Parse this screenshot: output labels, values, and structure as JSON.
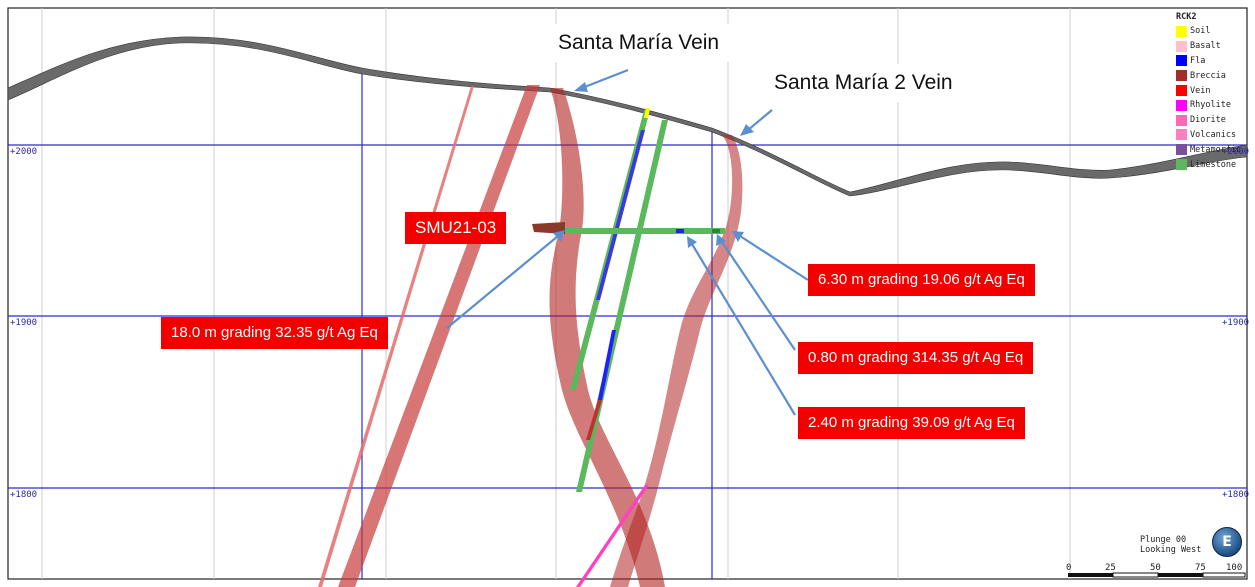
{
  "vein_labels": {
    "santa_maria": "Santa María Vein",
    "santa_maria_2": "Santa María 2 Vein"
  },
  "drillhole_label": "SMU21-03",
  "callouts": [
    "6.30 m grading 19.06 g/t Ag Eq",
    "18.0 m grading 32.35 g/t Ag Eq",
    "0.80 m grading 314.35 g/t Ag Eq",
    "2.40 m grading 39.09 g/t Ag Eq"
  ],
  "elevations": {
    "left": [
      "+2000",
      "+1900",
      "+1800"
    ],
    "right": [
      "+2000",
      "+1900",
      "+1800"
    ]
  },
  "legend": {
    "title": "RCK2",
    "items": [
      {
        "label": "Soil",
        "color": "#ffff00"
      },
      {
        "label": "Basalt",
        "color": "#ffc0cb"
      },
      {
        "label": "Fla",
        "color": "#0000ff"
      },
      {
        "label": "Breccia",
        "color": "#a52a2a"
      },
      {
        "label": "Vein",
        "color": "#ff0000"
      },
      {
        "label": "Rhyolite",
        "color": "#ff00ff"
      },
      {
        "label": "Diorite",
        "color": "#ff69b4"
      },
      {
        "label": "Volcanics",
        "color": "#ff7fbf"
      },
      {
        "label": "Metamorfic",
        "color": "#7b4fa0"
      },
      {
        "label": "Limestone",
        "color": "#5cb85c"
      }
    ]
  },
  "orientation": {
    "plunge": "Plunge 00",
    "looking": "Looking West",
    "compass": "E"
  },
  "scale_bar": [
    "0",
    "25",
    "50",
    "75",
    "100"
  ]
}
